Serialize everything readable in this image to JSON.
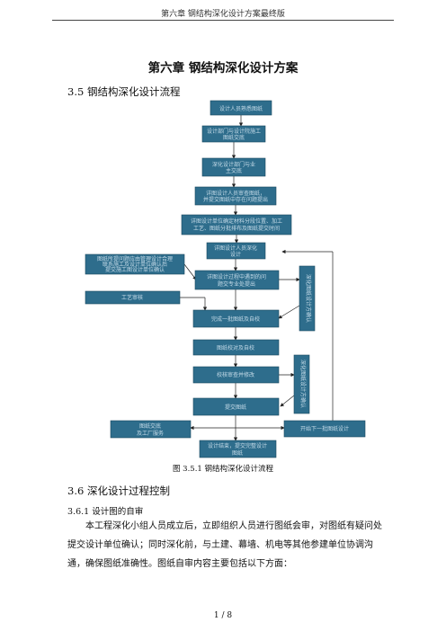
{
  "header": "第六章  钢结构深化设计方案最终版",
  "title": "第六章  钢结构深化设计方案",
  "section_35": "3.5 钢结构深化设计流程",
  "flowchart": {
    "boxes": [
      {
        "id": "b1",
        "lines": [
          "设计人员熟悉图纸"
        ]
      },
      {
        "id": "b2",
        "lines": [
          "设计部门与设计院施工",
          "图纸交底"
        ]
      },
      {
        "id": "b3",
        "lines": [
          "深化设计部门与业",
          "主交底"
        ]
      },
      {
        "id": "b4",
        "lines": [
          "详图设计人员审查图纸，",
          "并提交图纸中存在问题提出"
        ]
      },
      {
        "id": "b5",
        "lines": [
          "详图设计单位确定材料分段位置、加工",
          "工艺、图纸分批排布及图纸提交时间"
        ]
      },
      {
        "id": "b6",
        "lines": [
          "详图设计人员深化",
          "设计"
        ]
      },
      {
        "id": "b7",
        "lines": [
          "图纸所提问题应由管理设计合理",
          "联系施工及设计单位确认后",
          "提交施工图设计单位确认"
        ]
      },
      {
        "id": "b8",
        "lines": [
          "详图设计过程中遇到的问",
          "题交专业处提出"
        ]
      },
      {
        "id": "b9",
        "lines": [
          "工艺审核"
        ]
      },
      {
        "id": "b10",
        "lines": [
          "完成一批图纸及自校"
        ]
      },
      {
        "id": "b11",
        "lines": [
          "图纸校对及自校"
        ]
      },
      {
        "id": "b12",
        "lines": [
          "校核审查并修改"
        ]
      },
      {
        "id": "b13",
        "lines": [
          "提交图纸"
        ]
      },
      {
        "id": "b14",
        "lines": [
          "图纸交底",
          "及工厂服务"
        ]
      },
      {
        "id": "b15",
        "lines": [
          "开始下一批图纸设计"
        ]
      },
      {
        "id": "b16",
        "lines": [
          "设计结束，提交完整设计",
          "图纸"
        ]
      },
      {
        "id": "v1",
        "lines": [
          "深化图纸设计方确认"
        ]
      },
      {
        "id": "v2",
        "lines": [
          "深化图纸设计方确认"
        ]
      }
    ]
  },
  "caption": "图 3.5.1    钢结构深化设计流程",
  "section_36": "3.6  深化设计过程控制",
  "section_361": "3.6.1 设计图的自审",
  "paragraph": "本工程深化小组人员成立后，立即组织人员进行图纸会审，对图纸有疑问处提交设计单位确认；同时深化前，与土建、幕墙、机电等其他参建单位协调沟通，确保图纸准确性。图纸自审内容主要包括以下方面：",
  "footer": "1  /  8",
  "colors": {
    "box_fill": "#2e6d8c",
    "box_text": "#c6dce9"
  }
}
